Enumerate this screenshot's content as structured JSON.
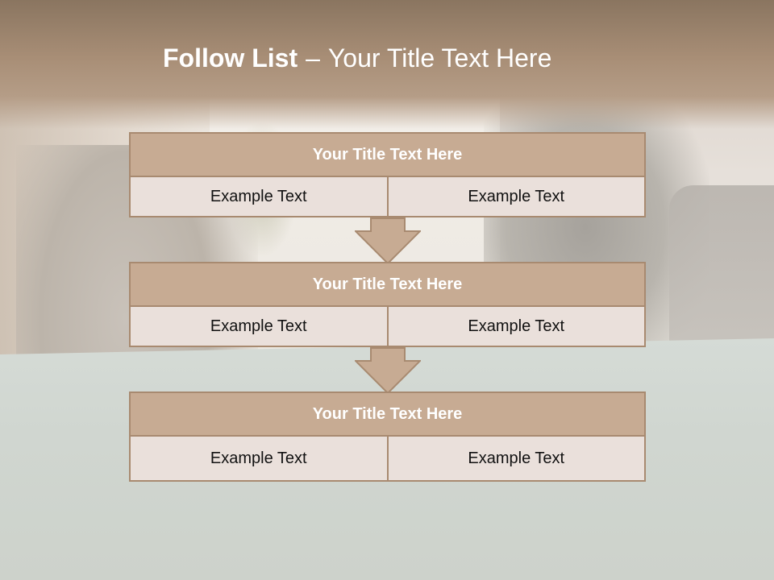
{
  "slide": {
    "title_bold": "Follow List",
    "title_separator": "–",
    "title_rest": "Your Title Text Here"
  },
  "blocks": [
    {
      "heading": "Your Title Text Here",
      "cells": [
        "Example Text",
        "Example Text"
      ]
    },
    {
      "heading": "Your Title Text Here",
      "cells": [
        "Example Text",
        "Example Text"
      ]
    },
    {
      "heading": "Your Title Text Here",
      "cells": [
        "Example Text",
        "Example Text"
      ]
    }
  ],
  "colors": {
    "header_fill": "#c7ab93",
    "cell_fill": "#eae0db",
    "border": "#a88a70",
    "arrow_fill": "#c7ab93"
  },
  "icons": [
    "down-arrow-icon",
    "down-arrow-icon"
  ]
}
